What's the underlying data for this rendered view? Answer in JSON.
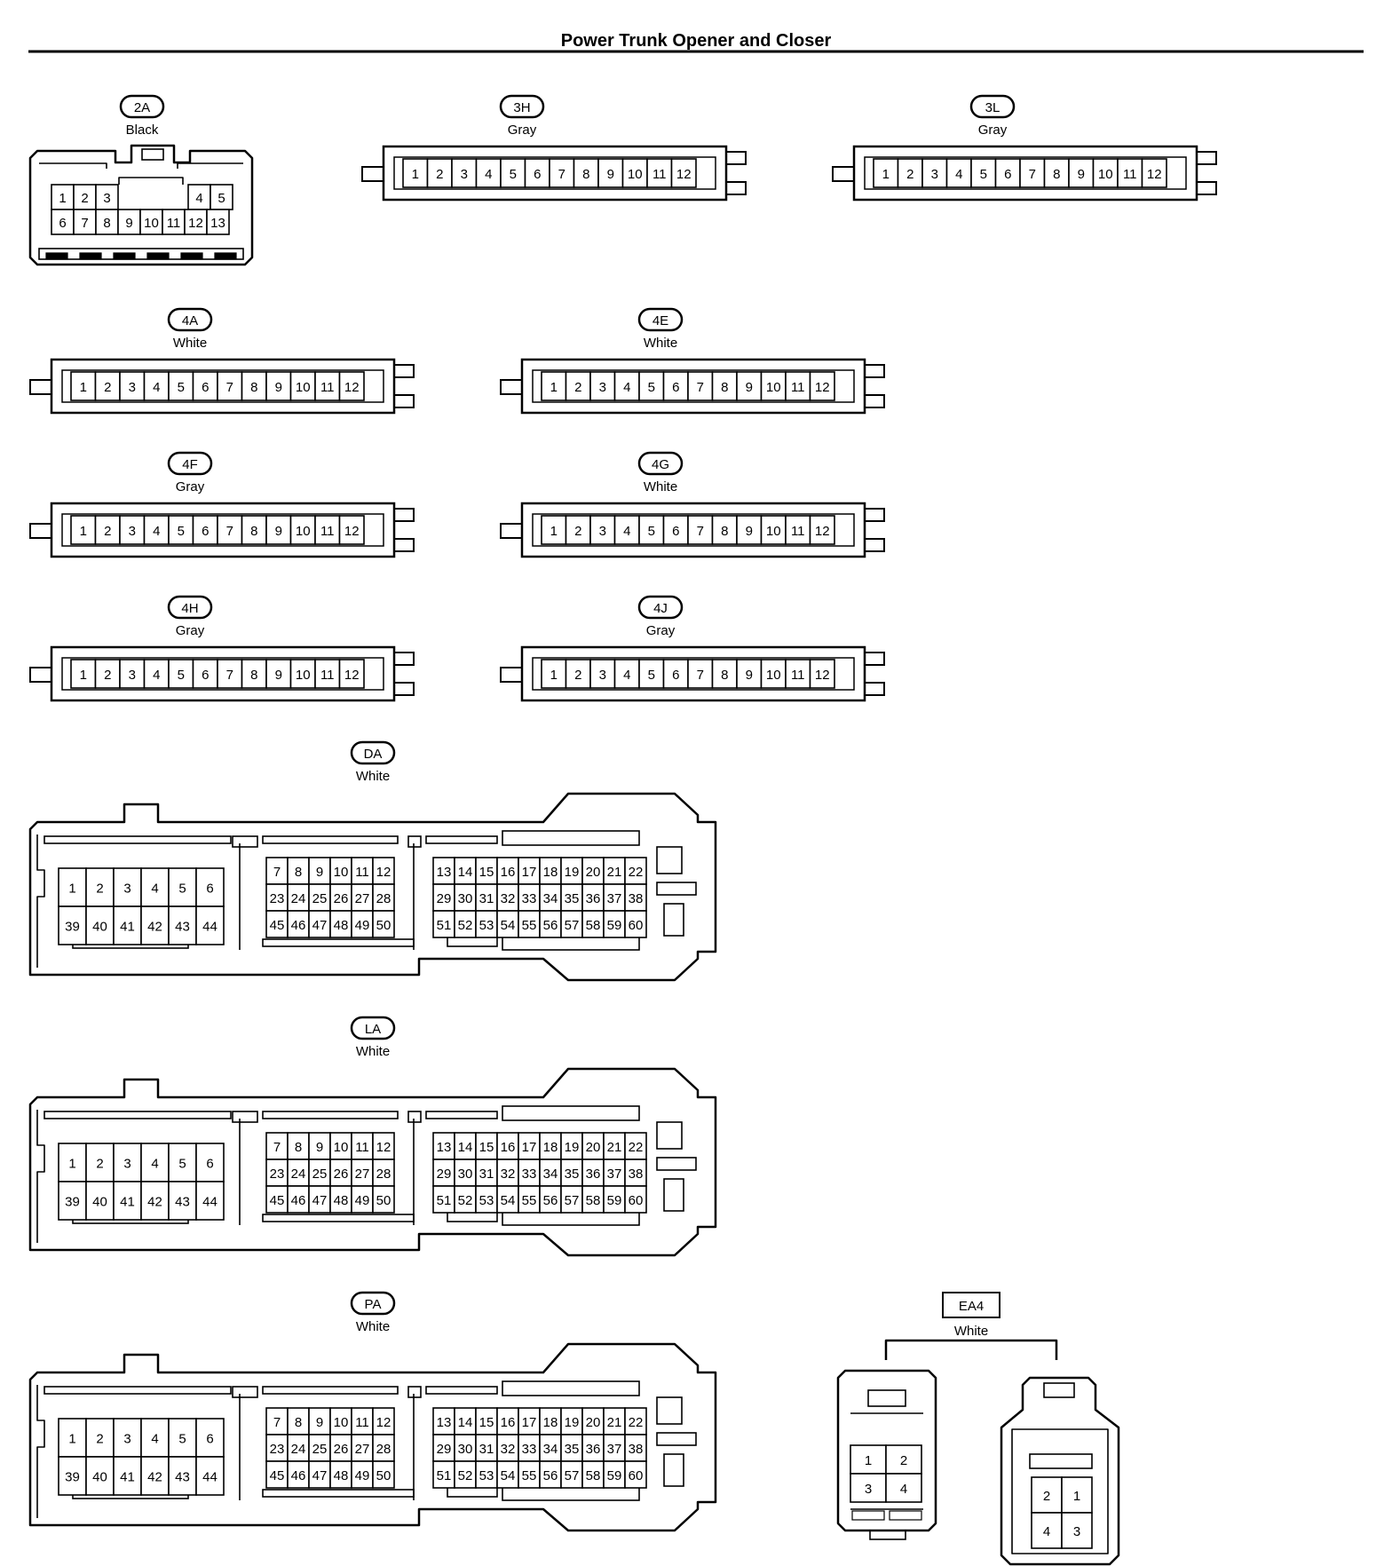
{
  "title": "Power Trunk Opener and Closer",
  "connectors": {
    "c2A": {
      "code": "2A",
      "color": "Black",
      "shape": "rounded",
      "pins": [
        "1",
        "2",
        "3",
        "4",
        "5",
        "6",
        "7",
        "8",
        "9",
        "10",
        "11",
        "12",
        "13"
      ]
    },
    "c3H": {
      "code": "3H",
      "color": "Gray",
      "shape": "rounded",
      "pins": [
        "1",
        "2",
        "3",
        "4",
        "5",
        "6",
        "7",
        "8",
        "9",
        "10",
        "11",
        "12"
      ]
    },
    "c3L": {
      "code": "3L",
      "color": "Gray",
      "shape": "rounded",
      "pins": [
        "1",
        "2",
        "3",
        "4",
        "5",
        "6",
        "7",
        "8",
        "9",
        "10",
        "11",
        "12"
      ]
    },
    "c4A": {
      "code": "4A",
      "color": "White",
      "shape": "rounded",
      "pins": [
        "1",
        "2",
        "3",
        "4",
        "5",
        "6",
        "7",
        "8",
        "9",
        "10",
        "11",
        "12"
      ]
    },
    "c4E": {
      "code": "4E",
      "color": "White",
      "shape": "rounded",
      "pins": [
        "1",
        "2",
        "3",
        "4",
        "5",
        "6",
        "7",
        "8",
        "9",
        "10",
        "11",
        "12"
      ]
    },
    "c4F": {
      "code": "4F",
      "color": "Gray",
      "shape": "rounded",
      "pins": [
        "1",
        "2",
        "3",
        "4",
        "5",
        "6",
        "7",
        "8",
        "9",
        "10",
        "11",
        "12"
      ]
    },
    "c4G": {
      "code": "4G",
      "color": "White",
      "shape": "rounded",
      "pins": [
        "1",
        "2",
        "3",
        "4",
        "5",
        "6",
        "7",
        "8",
        "9",
        "10",
        "11",
        "12"
      ]
    },
    "c4H": {
      "code": "4H",
      "color": "Gray",
      "shape": "rounded",
      "pins": [
        "1",
        "2",
        "3",
        "4",
        "5",
        "6",
        "7",
        "8",
        "9",
        "10",
        "11",
        "12"
      ]
    },
    "c4J": {
      "code": "4J",
      "color": "Gray",
      "shape": "rounded",
      "pins": [
        "1",
        "2",
        "3",
        "4",
        "5",
        "6",
        "7",
        "8",
        "9",
        "10",
        "11",
        "12"
      ]
    },
    "cDA": {
      "code": "DA",
      "color": "White",
      "shape": "rounded"
    },
    "cLA": {
      "code": "LA",
      "color": "White",
      "shape": "rounded"
    },
    "cPA": {
      "code": "PA",
      "color": "White",
      "shape": "rounded"
    },
    "cEA4": {
      "code": "EA4",
      "color": "White",
      "shape": "square",
      "male_pins": [
        "1",
        "2",
        "3",
        "4"
      ],
      "female_pins": [
        "2",
        "1",
        "4",
        "3"
      ]
    }
  },
  "ecu_pin_blocks": {
    "left_rows": [
      [
        "1",
        "2",
        "3",
        "4",
        "5",
        "6"
      ],
      [
        "39",
        "40",
        "41",
        "42",
        "43",
        "44"
      ]
    ],
    "mid_rows": [
      [
        "7",
        "8",
        "9",
        "10",
        "11",
        "12"
      ],
      [
        "23",
        "24",
        "25",
        "26",
        "27",
        "28"
      ],
      [
        "45",
        "46",
        "47",
        "48",
        "49",
        "50"
      ]
    ],
    "right_rows": [
      [
        "13",
        "14",
        "15",
        "16",
        "17",
        "18",
        "19",
        "20",
        "21",
        "22"
      ],
      [
        "29",
        "30",
        "31",
        "32",
        "33",
        "34",
        "35",
        "36",
        "37",
        "38"
      ],
      [
        "51",
        "52",
        "53",
        "54",
        "55",
        "56",
        "57",
        "58",
        "59",
        "60"
      ]
    ]
  }
}
